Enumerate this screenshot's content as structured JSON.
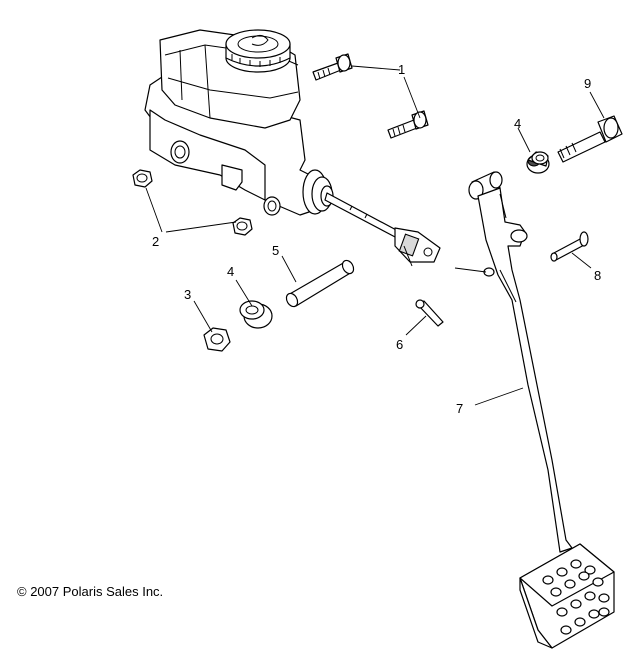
{
  "callouts": {
    "c1": "1",
    "c2": "2",
    "c3": "3",
    "c4a": "4",
    "c4b": "4",
    "c5": "5",
    "c6": "6",
    "c7": "7",
    "c8": "8",
    "c9": "9"
  },
  "copyright": "© 2007 Polaris Sales Inc."
}
